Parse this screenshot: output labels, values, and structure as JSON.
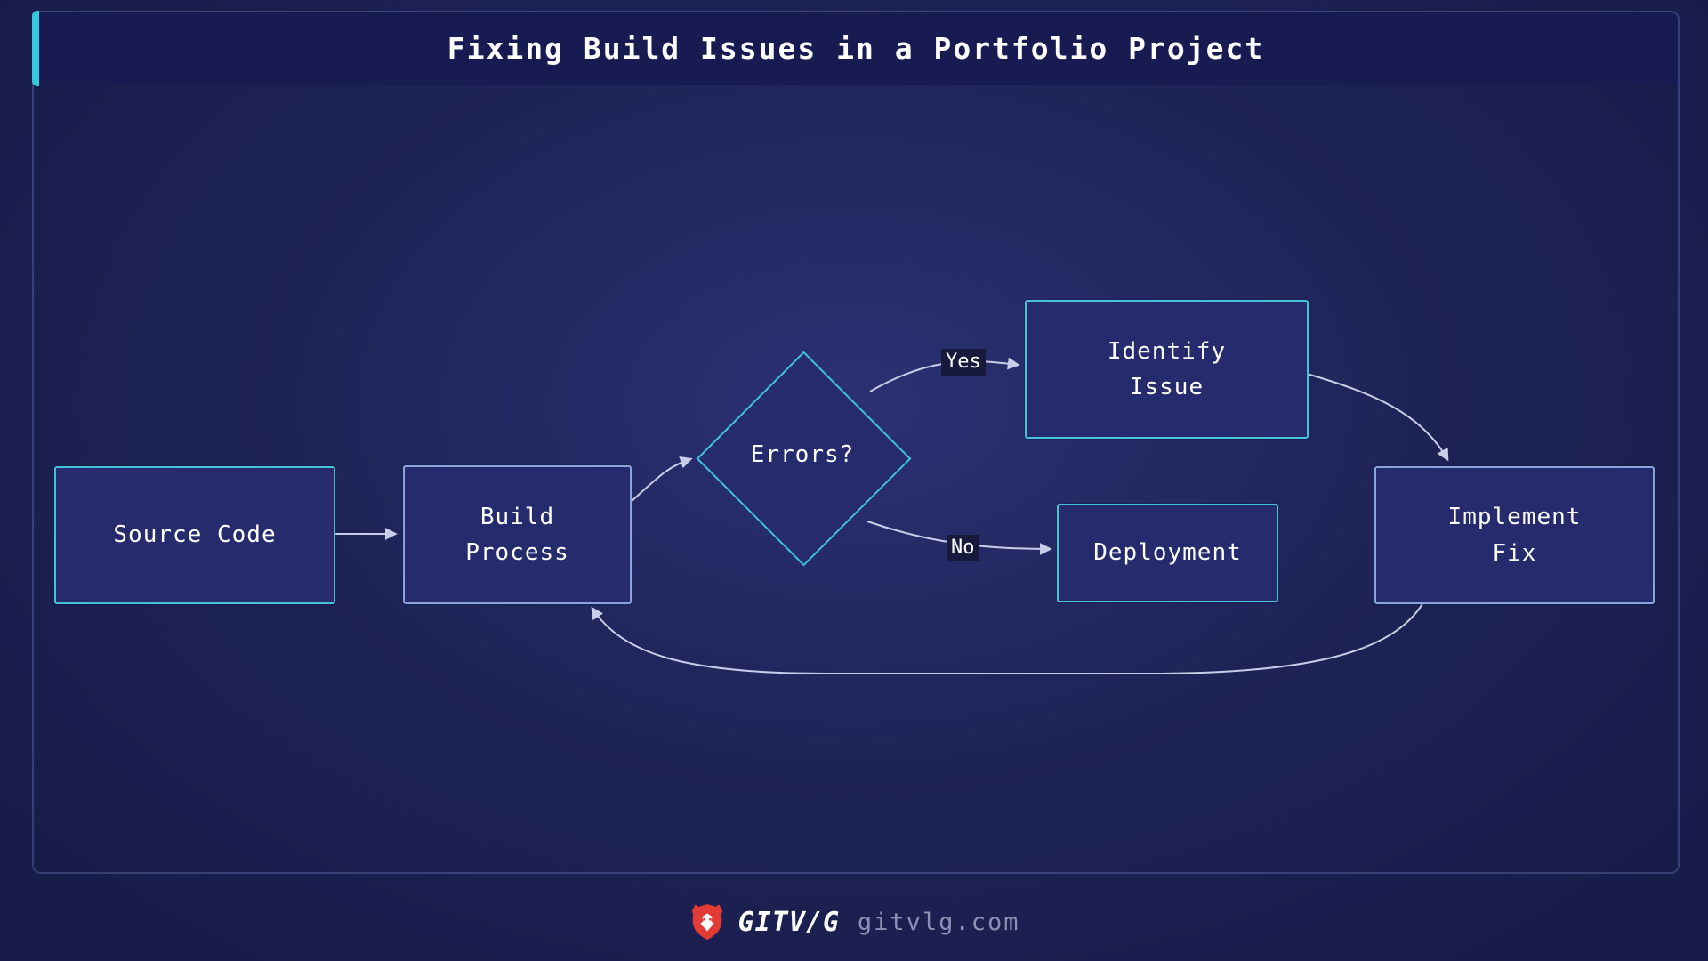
{
  "title": "Fixing Build Issues in a Portfolio Project",
  "diagram": {
    "nodes": {
      "source_code": {
        "label": "Source Code"
      },
      "build_process": {
        "label": "Build\nProcess"
      },
      "errors": {
        "label": "Errors?"
      },
      "identify_issue": {
        "label": "Identify\nIssue"
      },
      "deployment": {
        "label": "Deployment"
      },
      "implement_fix": {
        "label": "Implement\nFix"
      }
    },
    "edge_labels": {
      "yes": "Yes",
      "no": "No"
    }
  },
  "footer": {
    "brand": "GITV/G",
    "site": "gitvlg.com",
    "logo": "lion-shield-icon"
  },
  "colors": {
    "accent_cyan": "#35c7dd",
    "node_fill": "#262b6e",
    "node_border_cyan": "#45c3da",
    "node_border_blue": "#8aa4de",
    "edge_stroke": "#c9cde8",
    "title_bar": "#171b52",
    "background": "#1e2357",
    "edge_label_bg": "#171a3c",
    "footer_text": "#8b90b5",
    "logo_red": "#e23a34"
  }
}
